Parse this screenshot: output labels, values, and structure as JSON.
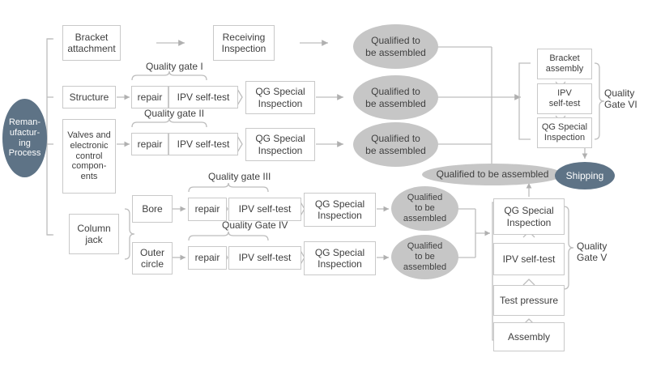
{
  "diagram": {
    "title": "Remanufacturing Process Quality Gate Flowchart",
    "colors": {
      "slate": "#5e7386",
      "gray_ellipse": "#c6c6c6",
      "box_border": "#c9c9c9",
      "text": "#3f3f3f",
      "connector": "#b5b5b5"
    }
  },
  "start": {
    "label": "Reman-\nufactur-\ning\nProcess",
    "line1": "Reman-",
    "line2": "ufactur-",
    "line3": "ing",
    "line4": "Process"
  },
  "streams": [
    {
      "id": "bracket",
      "input": "Bracket attachment",
      "stage": "Receiving Inspection",
      "result": "Qualified to be assembled"
    },
    {
      "id": "structure",
      "input": "Structure",
      "repair": "repair",
      "self_test": "IPV self-test",
      "inspection": "QG Special Inspection",
      "gate_label": "Quality gate I",
      "result": "Qualified to be assembled"
    },
    {
      "id": "valves",
      "input": "Valves and electronic control compon-ents",
      "repair": "repair",
      "self_test": "IPV self-test",
      "inspection": "QG Special Inspection",
      "gate_label": "Quality gate  II",
      "result": "Qualified to be assembled"
    },
    {
      "id": "bore",
      "input": "Bore",
      "repair": "repair",
      "self_test": "IPV self-test",
      "inspection": "QG Special Inspection",
      "gate_label": "Quality gate  III",
      "result": "Qualified to be assembled"
    },
    {
      "id": "outer-circle",
      "input": "Outer circle",
      "repair": "repair",
      "self_test": "IPV self-test",
      "inspection": "QG Special Inspection",
      "gate_label": "Quality Gate IV",
      "result": "Qualified to be assembled"
    }
  ],
  "column_jack": {
    "label": "Column jack",
    "branch_top": "Bore",
    "branch_bottom": "Outer circle"
  },
  "valves_box": {
    "l1": "Valves and",
    "l2": "electronic",
    "l3": "control",
    "l4": "compon-",
    "l5": "ents"
  },
  "gate_v": {
    "title": "Quality Gate V",
    "title_l1": "Quality",
    "title_l2": "Gate V",
    "steps": [
      "QG Special Inspection",
      "IPV self-test",
      "Test pressure",
      "Assembly"
    ],
    "step_qg_l1": "QG Special",
    "step_qg_l2": "Inspection",
    "step_ipv": "IPV self-test",
    "step_pressure": "Test pressure",
    "step_assembly": "Assembly"
  },
  "gate_vi": {
    "title": "Quality Gate VI",
    "title_l1": "Quality",
    "title_l2": "Gate VI",
    "steps": [
      "Bracket assembly",
      "IPV self-test",
      "QG Special Inspection"
    ],
    "step_bracket_l1": "Bracket",
    "step_bracket_l2": "assembly",
    "step_ipv_l1": "IPV",
    "step_ipv_l2": "self-test",
    "step_qg_l1": "QG Special",
    "step_qg_l2": "Inspection"
  },
  "merged_result": {
    "label": "Qualified to be assembled"
  },
  "result_labels": {
    "two_line_a": "Qualified to",
    "two_line_b": "be assembled",
    "three_line_a": "Qualified",
    "three_line_b": "to be",
    "three_line_c": "assembled"
  },
  "end": {
    "label": "Shipping"
  },
  "gate_labels": {
    "g1": "Quality gate I",
    "g2": "Quality gate  II",
    "g3": "Quality gate  III",
    "g4": "Quality Gate IV"
  },
  "boxes": {
    "bracket_attachment_l1": "Bracket",
    "bracket_attachment_l2": "attachment",
    "receiving_inspection_l1": "Receiving",
    "receiving_inspection_l2": "Inspection",
    "structure": "Structure",
    "repair": "repair",
    "ipv_self_test": "IPV self-test",
    "qg_special_l1": "QG Special",
    "qg_special_l2": "Inspection",
    "column_jack_l1": "Column",
    "column_jack_l2": "jack",
    "bore": "Bore",
    "outer_l1": "Outer",
    "outer_l2": "circle"
  }
}
